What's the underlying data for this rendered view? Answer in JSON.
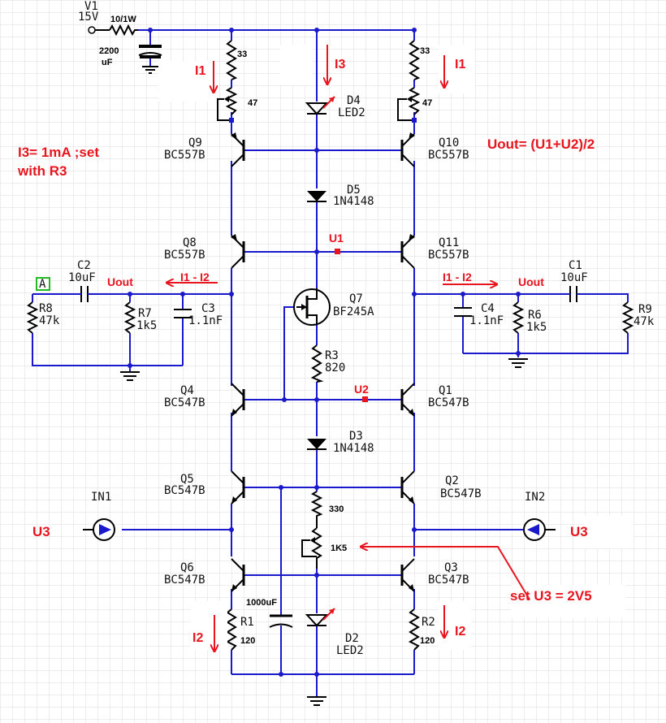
{
  "supply": {
    "name": "V1",
    "voltage": "15V",
    "series_r": "10/1W",
    "cap_value": "2200",
    "cap_unit": "uF"
  },
  "transistors": {
    "q9": {
      "name": "Q9",
      "type": "BC557B"
    },
    "q10": {
      "name": "Q10",
      "type": "BC557B"
    },
    "q8": {
      "name": "Q8",
      "type": "BC557B"
    },
    "q11": {
      "name": "Q11",
      "type": "BC557B"
    },
    "q7": {
      "name": "Q7",
      "type": "BF245A"
    },
    "q4": {
      "name": "Q4",
      "type": "BC547B"
    },
    "q1": {
      "name": "Q1",
      "type": "BC547B"
    },
    "q5": {
      "name": "Q5",
      "type": "BC547B"
    },
    "q2": {
      "name": "Q2",
      "type": "BC547B"
    },
    "q6": {
      "name": "Q6",
      "type": "BC547B"
    },
    "q3": {
      "name": "Q3",
      "type": "BC547B"
    }
  },
  "diodes": {
    "d4": {
      "name": "D4",
      "type": "LED2"
    },
    "d5": {
      "name": "D5",
      "type": "1N4148"
    },
    "d3": {
      "name": "D3",
      "type": "1N4148"
    },
    "d2": {
      "name": "D2",
      "type": "LED2"
    }
  },
  "resistors": {
    "r_top_left": "33",
    "pot_top_left": "47",
    "r_top_right": "33",
    "pot_top_right": "47",
    "r8": {
      "name": "R8",
      "value": "47k"
    },
    "r7": {
      "name": "R7",
      "value": "1k5"
    },
    "r6": {
      "name": "R6",
      "value": "1k5"
    },
    "r9": {
      "name": "R9",
      "value": "47k"
    },
    "r3": {
      "name": "R3",
      "value": "820"
    },
    "r_mid": "330",
    "pot_mid": "1K5",
    "r1": {
      "name": "R1",
      "value": "120"
    },
    "r2": {
      "name": "R2",
      "value": "120"
    }
  },
  "capacitors": {
    "c2": {
      "name": "C2",
      "value": "10uF"
    },
    "c3": {
      "name": "C3",
      "value": "1.1nF"
    },
    "c1": {
      "name": "C1",
      "value": "10uF"
    },
    "c4": {
      "name": "C4",
      "value": "1.1nF"
    },
    "c_bottom": "1000uF"
  },
  "inputs": {
    "in1": "IN1",
    "in2": "IN2"
  },
  "probe_a": "A",
  "annotations": {
    "i1": "I1",
    "i2": "I2",
    "i3": "I3",
    "i1_minus_i2": "I1 - I2",
    "uout": "Uout",
    "u1": "U1",
    "u2": "U2",
    "u3": "U3",
    "i3_set_line1": "I3= 1mA ;set",
    "i3_set_line2": "with R3",
    "uout_formula": "Uout= (U1+U2)/2",
    "set_u3": "set U3 = 2V5"
  },
  "colors": {
    "wire": "#1a1acc",
    "annotation": "#e8141e",
    "grid": "#d8dcdc",
    "probe": "#22bb22"
  }
}
